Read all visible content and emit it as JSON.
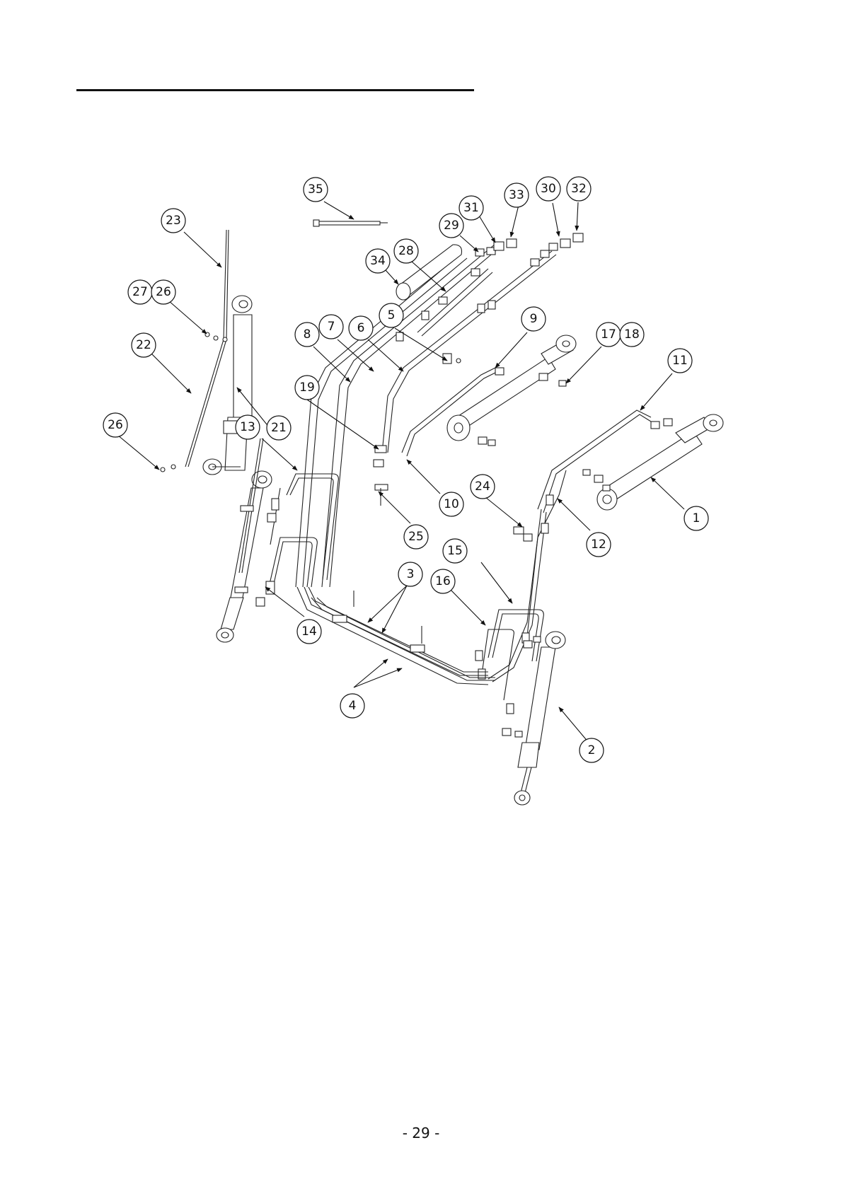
{
  "page": {
    "number": "- 29 -"
  },
  "diagram": {
    "callouts": [
      "1",
      "2",
      "3",
      "4",
      "5",
      "6",
      "7",
      "8",
      "9",
      "10",
      "11",
      "12",
      "13",
      "14",
      "15",
      "16",
      "17",
      "18",
      "19",
      "21",
      "22",
      "23",
      "24",
      "25",
      "26",
      "26",
      "27",
      "28",
      "29",
      "30",
      "31",
      "32",
      "33",
      "34",
      "35"
    ]
  },
  "colors": {
    "ink": "#111111",
    "paper": "#ffffff"
  }
}
